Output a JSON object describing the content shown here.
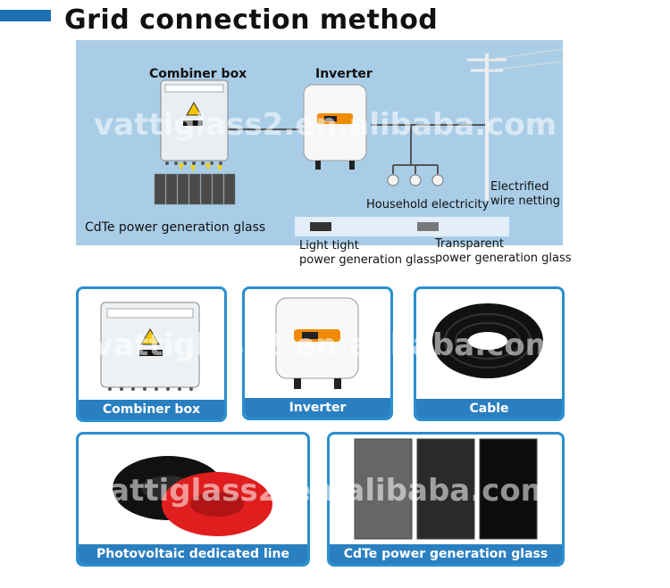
{
  "title": "Grid connection method",
  "diagram": {
    "combiner_box": "Combiner box",
    "inverter": "Inverter",
    "household": "Household electricity",
    "electrified_1": "Electrified",
    "electrified_2": "wire netting",
    "cdte": "CdTe power generation glass",
    "light_tight_1": "Light tight",
    "light_tight_2": "power generation glass",
    "transparent_1": "Transparent",
    "transparent_2": "power generation glass"
  },
  "cards": {
    "combiner": "Combiner box",
    "inverter": "Inverter",
    "cable": "Cable",
    "pv_line": "Photovoltaic dedicated line",
    "cdte_glass": "CdTe power generation glass"
  },
  "watermark": {
    "top": "vattiglass2.en.alibaba.com",
    "mid": "vattiglass2.en.alibaba.com",
    "bottom": "vattiglass2.en.alibaba.com"
  }
}
